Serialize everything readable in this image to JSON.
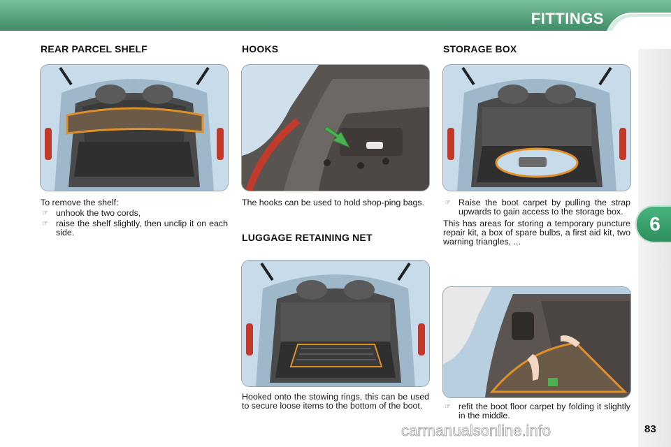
{
  "header": {
    "title": "FITTINGS"
  },
  "chapter_tab": "6",
  "page_number": "83",
  "watermark": "carmanualsonline.info",
  "sections": {
    "rear_parcel_shelf": {
      "heading": "REAR PARCEL SHELF",
      "intro": "To remove the shelf:",
      "bullets": [
        "unhook the two cords,",
        "raise the shelf slightly, then unclip it on each side."
      ]
    },
    "hooks": {
      "heading": "HOOKS",
      "text": "The hooks can be used to hold shop-ping bags."
    },
    "luggage_net": {
      "heading": "LUGGAGE RETAINING NET",
      "text": "Hooked onto the stowing rings, this can be used to secure loose items to the bottom of the boot."
    },
    "storage_box": {
      "heading": "STORAGE BOX",
      "bullet1": "Raise the boot carpet by pulling the strap upwards to gain access to the storage box.",
      "paragraph": "This has areas for storing a temporary puncture repair kit, a box of spare bulbs, a first aid kit, two warning triangles, ...",
      "bullet2": "refit the boot floor carpet by folding it slightly in the middle."
    }
  },
  "bullet_glyph": "☞",
  "colors": {
    "header_green": "#5ea985",
    "tab_green": "#3aa26e",
    "highlight_orange": "#e0902a",
    "car_blue": "#b9d3e6"
  }
}
